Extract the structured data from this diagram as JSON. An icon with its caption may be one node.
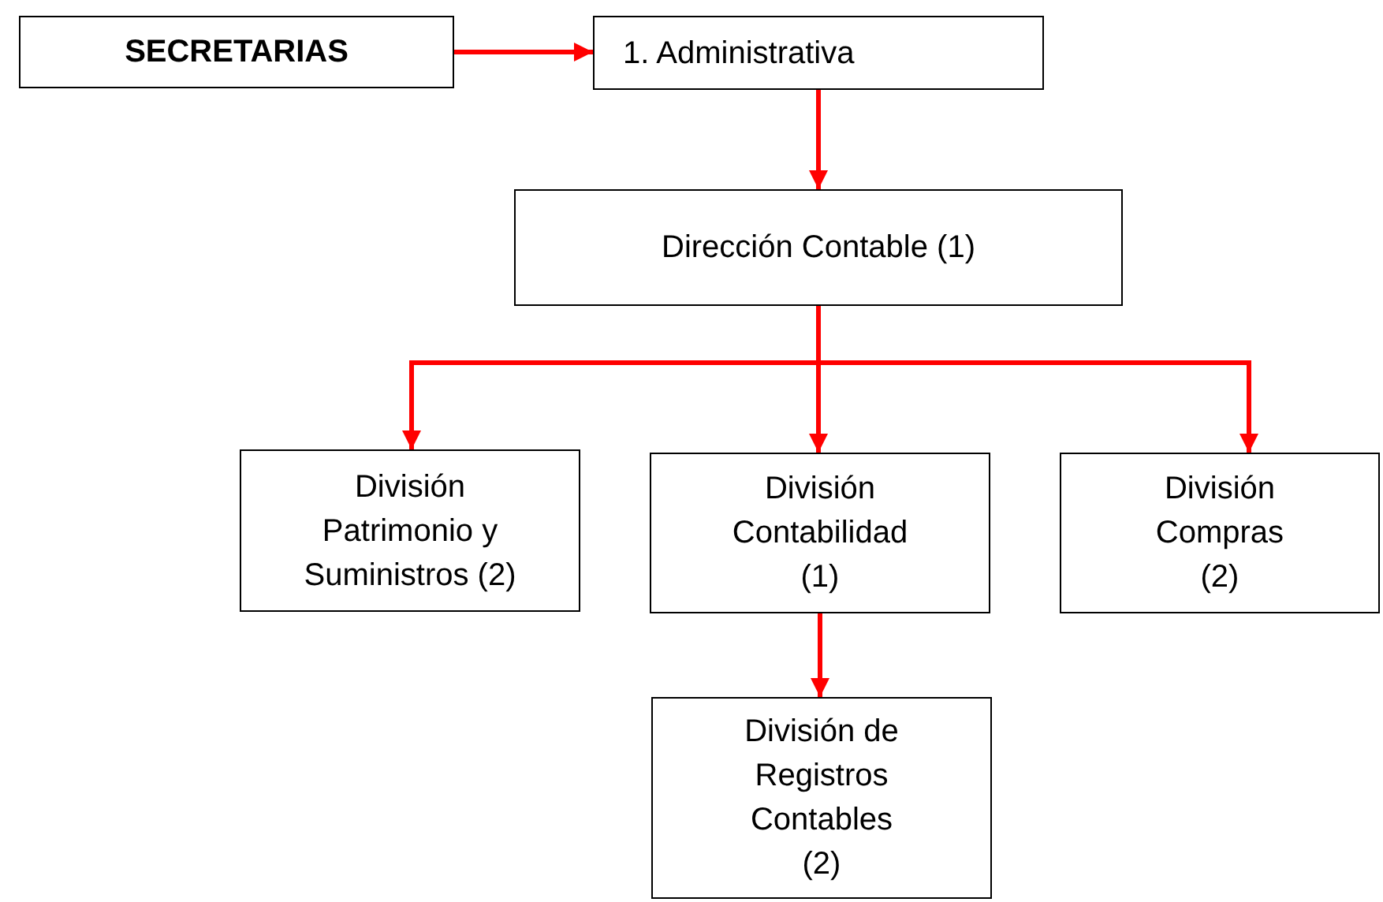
{
  "diagram": {
    "nodes": [
      {
        "text": [
          "SECRETARIAS"
        ]
      },
      {
        "text": [
          "1. Administrativa"
        ]
      },
      {
        "text": [
          "Dirección Contable (1)"
        ]
      },
      {
        "text": [
          "División Patrimonio y Suministros (2)"
        ]
      },
      {
        "text": [
          "División Contabilidad (1)"
        ]
      },
      {
        "text": [
          "División Compras (2)"
        ]
      },
      {
        "text": [
          "División de Registros Contables (2)"
        ]
      }
    ],
    "edges": [
      {
        "from": 0,
        "to": 1,
        "arrow": "to"
      },
      {
        "from": 1,
        "to": 2,
        "arrow": "to"
      },
      {
        "from": 2,
        "to": 3,
        "arrow": "to"
      },
      {
        "from": 2,
        "to": 4,
        "arrow": "to"
      },
      {
        "from": 2,
        "to": 5,
        "arrow": "to"
      },
      {
        "from": 4,
        "to": 6,
        "arrow": "to"
      }
    ]
  }
}
